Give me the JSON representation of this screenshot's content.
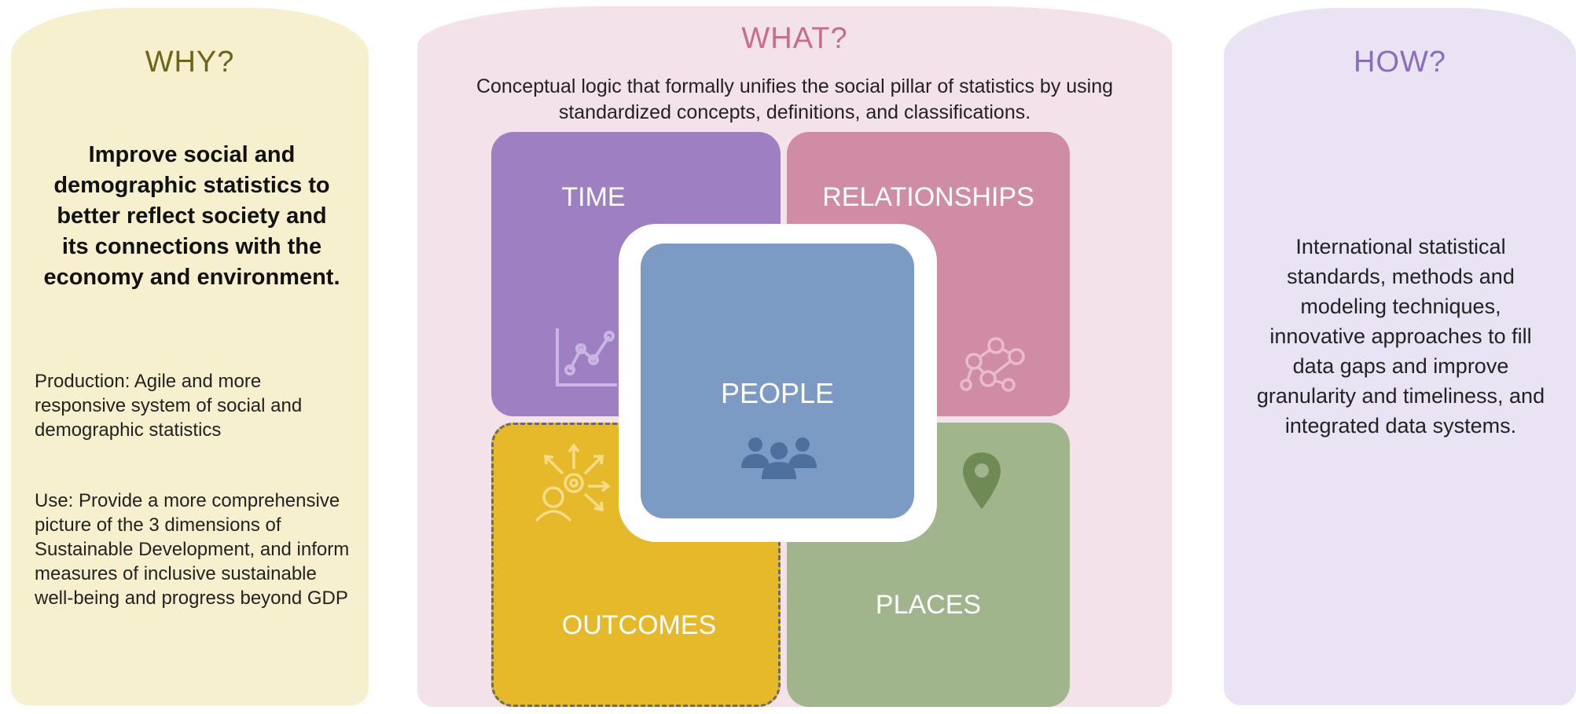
{
  "why": {
    "heading": "WHY?",
    "lead": "Improve social and demographic statistics to better reflect society and its connections with the economy and environment.",
    "production": "Production: Agile and more responsive system of social and demographic statistics",
    "use": "Use: Provide a more comprehensive picture of the 3 dimensions of Sustainable Development, and inform measures of inclusive sustainable well-being and progress beyond GDP"
  },
  "what": {
    "heading": "WHAT?",
    "description": "Conceptual logic that formally unifies the social pillar of statistics by using standardized concepts, definitions, and classifications.",
    "tiles": {
      "time": "TIME",
      "relationships": "RELATIONSHIPS",
      "outcomes": "OUTCOMES",
      "places": "PLACES",
      "people": "PEOPLE"
    }
  },
  "how": {
    "heading": "HOW?",
    "body": "International statistical standards, methods and modeling techniques, innovative approaches to fill data gaps and improve granularity and timeliness, and integrated data systems."
  },
  "colors": {
    "why_bg": "#f7f0cf",
    "what_bg": "#f4e2ea",
    "how_bg": "#e9e3f4",
    "time": "#9d7fc2",
    "relationships": "#d18ca5",
    "outcomes": "#e5b929",
    "places": "#a1b58c",
    "people": "#7b9bc5"
  },
  "icons": [
    "line-chart-icon",
    "network-icon",
    "person-gear-icon",
    "map-pin-icon",
    "people-group-icon"
  ]
}
